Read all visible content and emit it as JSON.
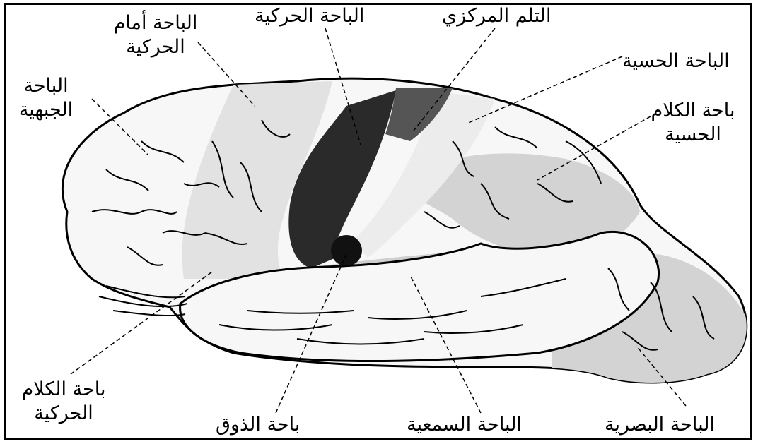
{
  "labels": {
    "premotor": [
      "الباحة أمام",
      "الحركية"
    ],
    "motor": [
      "الباحة الحركية"
    ],
    "central_sulcus": [
      "التلم المركزي"
    ],
    "sensory": [
      "الباحة الحسية"
    ],
    "frontal": [
      "الباحة",
      "الجبهية"
    ],
    "sensory_speech": [
      "باحة الكلام",
      "الحسية"
    ],
    "motor_speech": [
      "باحة الكلام",
      "الحركية"
    ],
    "taste": [
      "باحة الذوق"
    ],
    "auditory": [
      "الباحة السمعية"
    ],
    "visual": [
      "الباحة البصرية"
    ]
  },
  "colors": {
    "outline": "#000000",
    "cortex_light": "#f7f7f7",
    "region_gray": "#d3d3d3",
    "region_dark": "#2a2a2a",
    "central_dark": "#555555"
  }
}
